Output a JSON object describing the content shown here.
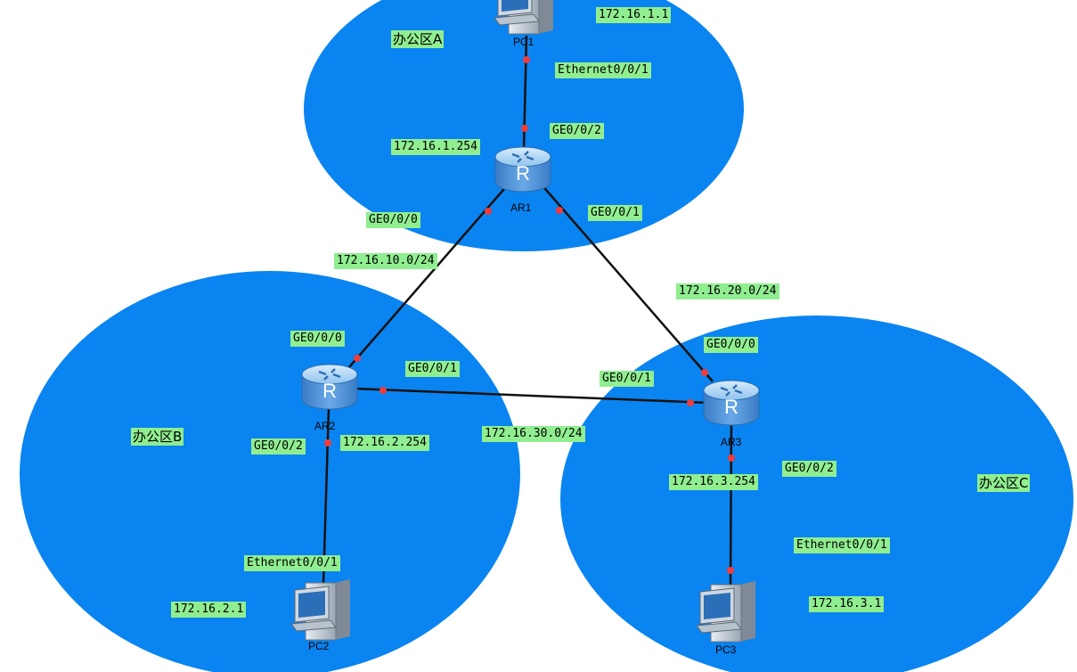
{
  "zones": {
    "a": "办公区A",
    "b": "办公区B",
    "c": "办公区C"
  },
  "devices": {
    "pc1": "PC1",
    "pc2": "PC2",
    "pc3": "PC3",
    "ar1": "AR1",
    "ar2": "AR2",
    "ar3": "AR3"
  },
  "labels": {
    "pc1_ip": "172.16.1.1",
    "pc1_if": "Ethernet0/0/1",
    "ar1_ge002": "GE0/0/2",
    "ar1_gw": "172.16.1.254",
    "ar1_ge000": "GE0/0/0",
    "ar1_ge001": "GE0/0/1",
    "net_ar1_ar2": "172.16.10.0/24",
    "net_ar1_ar3": "172.16.20.0/24",
    "ar2_ge000": "GE0/0/0",
    "ar2_ge001": "GE0/0/1",
    "ar3_ge001": "GE0/0/1",
    "ar3_ge000": "GE0/0/0",
    "ar2_ge002": "GE0/0/2",
    "ar2_gw": "172.16.2.254",
    "net_ar2_ar3": "172.16.30.0/24",
    "ar3_ge002": "GE0/0/2",
    "ar3_gw": "172.16.3.254",
    "pc2_if": "Ethernet0/0/1",
    "pc3_if": "Ethernet0/0/1",
    "pc2_ip": "172.16.2.1",
    "pc3_ip": "172.16.3.1"
  },
  "colors": {
    "zone_fill": "#0a84f0",
    "label_bg": "#90ee90",
    "link": "#111111",
    "port_dot": "#f03c3c",
    "router_body": "#4a90d9"
  },
  "icons": {
    "router": "router-icon",
    "pc": "pc-icon"
  }
}
